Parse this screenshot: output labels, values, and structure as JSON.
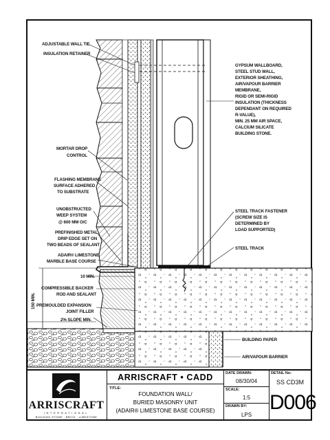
{
  "labels_left": [
    "ADJUSTABLE WALL TIE",
    "INSULATION RETAINER",
    "MORTAR DROP",
    "CONTROL",
    "FLASHING MEMBRANE",
    "SURFACE ADHERED",
    "TO SUBSTRATE",
    "UNOBSTRUCTED",
    "WEEP SYSTEM",
    "@ 600 MM O/C",
    "PREFINISHED METAL",
    "DRIP EDGE SET ON",
    "TWO BEADS OF SEALANT",
    "ADAIR® LIMESTONE",
    "MARBLE BASE COURSE",
    "10 MIN.",
    "COMPRESSIBLE BACKER",
    "ROD AND SEALANT",
    "PREMOULDED EXPANSION",
    "JOINT FILLER",
    "2% SLOPE MIN."
  ],
  "dimension_label": "150 MIN.",
  "labels_right_top": [
    "GYPSUM WALLBOARD,",
    "STEEL STUD WALL,",
    "EXTERIOR SHEATHING,",
    "AIR/VAPOUR BARRIER",
    "MEMBRANE,",
    "RIGID OR SEMI-RIGID",
    "INSULATION (THICKNESS",
    "DEPENDANT ON REQUIRED",
    "R-VALUE),",
    "MIN. 25 MM AIR SPACE,",
    "CALCIUM SILICATE",
    "BUILDING STONE."
  ],
  "labels_right_mid": [
    "STEEL TRACK FASTENER",
    "(SCREW SIZE IS",
    "DETERMINED BY",
    "LOAD SUPPORTED)",
    "STEEL TRACK"
  ],
  "labels_right_bottom": [
    "BUILDING PAPER",
    "AIR/VAPOUR BARRIER"
  ],
  "title_block": {
    "brand": "ARRISCRAFT",
    "brand_sub": "INTERNATIONAL",
    "brand_tag": "BUILDING STONE · BRICK · LIMESTONE",
    "headline": "ARRISCRAFT • CADD",
    "title_caption": "TITLE:",
    "title_lines": [
      "FOUNDATION WALL/",
      "BURIED MASONRY UNIT",
      "(ADAIR® LIMESTONE BASE COURSE)"
    ],
    "date_caption": "DATE DRAWN:",
    "date": "08/30/04",
    "scale_caption": "SCALE:",
    "scale": "1:5",
    "drawn_caption": "DRAWN BY:",
    "drawn_by": "LPS",
    "detail_caption": "DETAIL No:",
    "detail_code": "SS CD3M",
    "detail_number": "D006"
  }
}
